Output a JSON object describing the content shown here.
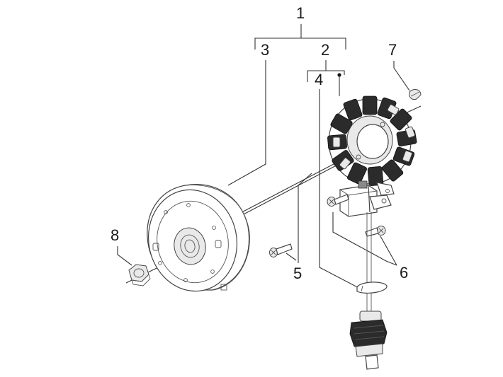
{
  "callouts": {
    "c1": "1",
    "c2": "2",
    "c3": "3",
    "c4": "4",
    "c5": "5",
    "c6": "6",
    "c7": "7",
    "c8": "8"
  },
  "colors": {
    "line": "#333333",
    "coil": "#2b2b2b",
    "background": "#ffffff"
  }
}
